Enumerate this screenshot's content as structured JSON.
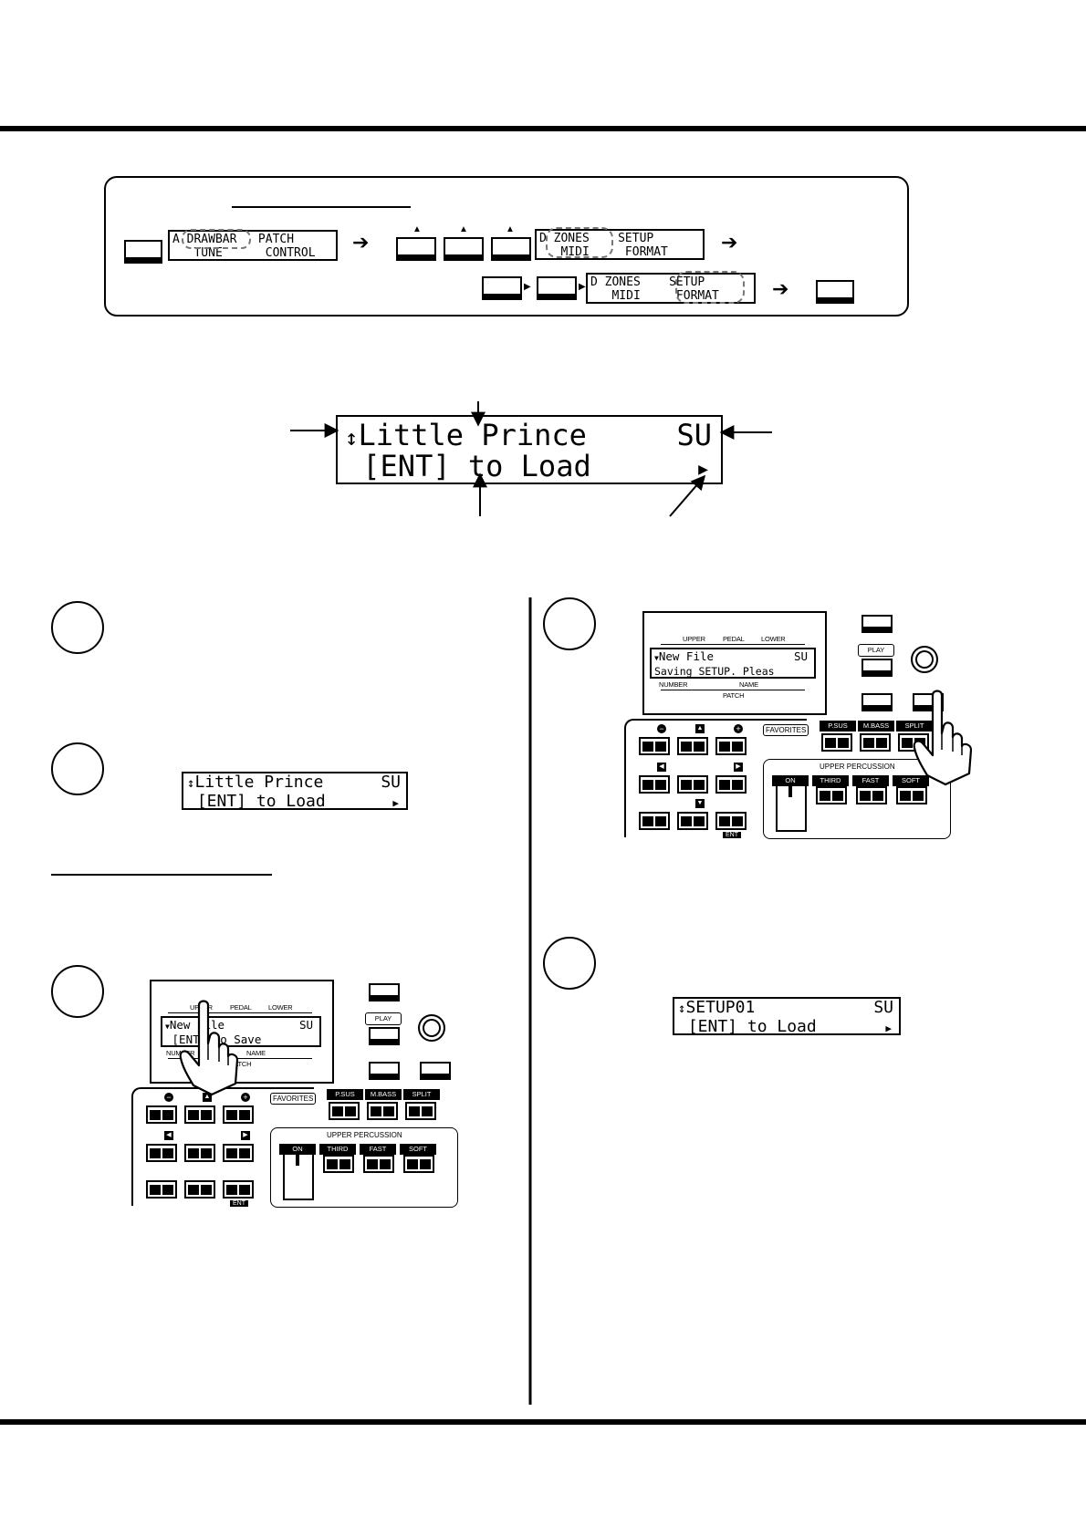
{
  "menu_diagram": {
    "lcd_a": {
      "line1": "A DRAWBAR   PATCH",
      "line2": "   TUNE      CONTROL",
      "highlight": "DRAWBAR"
    },
    "lcd_d1": {
      "line1": "D ZONES    SETUP",
      "line2": "   MIDI     FORMAT",
      "highlight": "ZONES"
    },
    "lcd_d2": {
      "line1": "D ZONES    SETUP",
      "line2": "   MIDI     FORMAT",
      "highlight": "SETUP"
    }
  },
  "main_display": {
    "line1_text": "Little Prince",
    "line1_tag": "SU",
    "line2_text": " [ENT] to Load",
    "updown_glyph": "↕",
    "right_glyph": "▶"
  },
  "steps": {
    "step2_display": {
      "line1_text": "Little Prince",
      "line1_tag": "SU",
      "line2_text": " [ENT] to Load"
    },
    "step3_panel": {
      "lcd_line1": "New File",
      "lcd_tag": "SU",
      "lcd_line2": " [ENT] to Save",
      "header_labels": [
        "UPPER",
        "PEDAL",
        "LOWER"
      ],
      "footer_number": "NUMBER",
      "footer_name": "NAME",
      "footer_patch": "PATCH",
      "play_label": "PLAY",
      "favorites_label": "FAVORITES",
      "tabs": [
        "P.SUS",
        "M.BASS",
        "SPLIT"
      ],
      "upper_percussion_label": "UPPER PERCUSSION",
      "percussion_buttons": [
        "ON",
        "THIRD",
        "FAST",
        "SOFT"
      ],
      "ent_label": "ENT"
    },
    "step4_panel": {
      "lcd_line1": "New File",
      "lcd_tag": "SU",
      "lcd_line2": "Saving SETUP. Pleas",
      "header_labels": [
        "UPPER",
        "PEDAL",
        "LOWER"
      ],
      "footer_number": "NUMBER",
      "footer_name": "NAME",
      "footer_patch": "PATCH",
      "play_label": "PLAY",
      "favorites_label": "FAVORITES",
      "tabs": [
        "P.SUS",
        "M.BASS",
        "SPLIT"
      ],
      "upper_percussion_label": "UPPER PERCUSSION",
      "percussion_buttons": [
        "ON",
        "THIRD",
        "FAST",
        "SOFT"
      ],
      "ent_label": "ENT"
    },
    "step5_display": {
      "line1_text": "SETUP01",
      "line1_tag": "SU",
      "line2_text": " [ENT] to Load"
    }
  }
}
